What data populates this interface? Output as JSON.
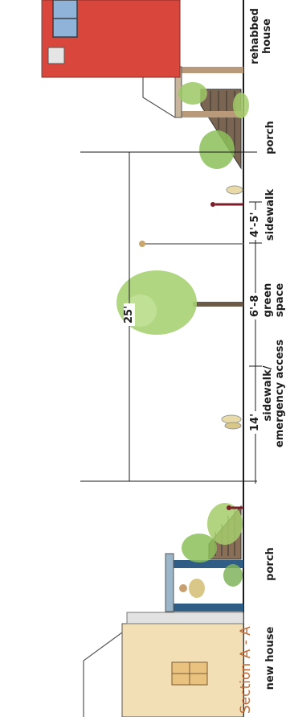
{
  "section_title": "Section A - A",
  "zone_labels": {
    "new_house": "new house",
    "porch_left": "porch",
    "sidewalk_emergency_line1": "sidewalk/",
    "sidewalk_emergency_line2": "emergency access",
    "green_space_line1": "green",
    "green_space_line2": "space",
    "sidewalk": "sidewalk",
    "porch_right": "porch",
    "rehabbed_house_line1": "rehabbed",
    "rehabbed_house_line2": "house"
  },
  "dimensions": {
    "overall": "25'",
    "sidewalk_emergency": "14'",
    "green_space": "6'-8",
    "sidewalk": "4'-5'"
  },
  "colors": {
    "title": "#c36a35",
    "new_house_wall": "#f3dfb5",
    "rehabbed_house_wall": "#d9463c",
    "foliage": "#8cc05a",
    "ground_line": "#1a1a1a"
  }
}
